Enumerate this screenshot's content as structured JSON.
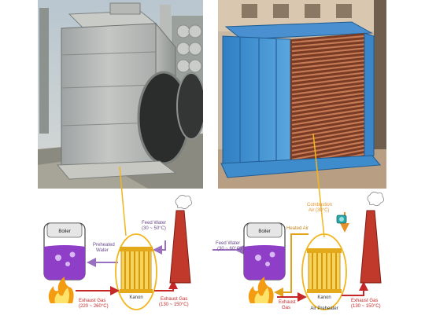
{
  "left_diagram": {
    "boiler_label": "Boiler",
    "preheated_water": [
      "Preheated",
      "Water"
    ],
    "feed_water": [
      "Feed Water",
      "(30 ~ 50°C)"
    ],
    "exhaust_gas_in": [
      "Exhaust Gas",
      "(220 ~ 260°C)"
    ],
    "exhaust_gas_out": [
      "Exhaust Gas",
      "(130 ~ 150°C)"
    ],
    "brand": "Kanon"
  },
  "right_diagram": {
    "boiler_label": "Boiler",
    "feed_water": [
      "Feed Water",
      "(30 ~ 60°C)"
    ],
    "heated_air": "Heated Air",
    "combustion_air": [
      "Combustion",
      "Air (30°C)"
    ],
    "exhaust_gas_in": [
      "Exhaust",
      "Gas"
    ],
    "exhaust_gas_out": [
      "Exhaust Gas",
      "(130 ~ 150°C)"
    ],
    "brand": "Kanon",
    "unit_name": "Air Preheater"
  },
  "colors": {
    "highlight_yellow": "#f2b61e",
    "feed_water_purple": "#9a6fc1",
    "exhaust_red": "#c62828",
    "combustion_orange": "#e8912a",
    "chimney_red": "#c0392b",
    "boiler_water": "#8f3ec7"
  }
}
